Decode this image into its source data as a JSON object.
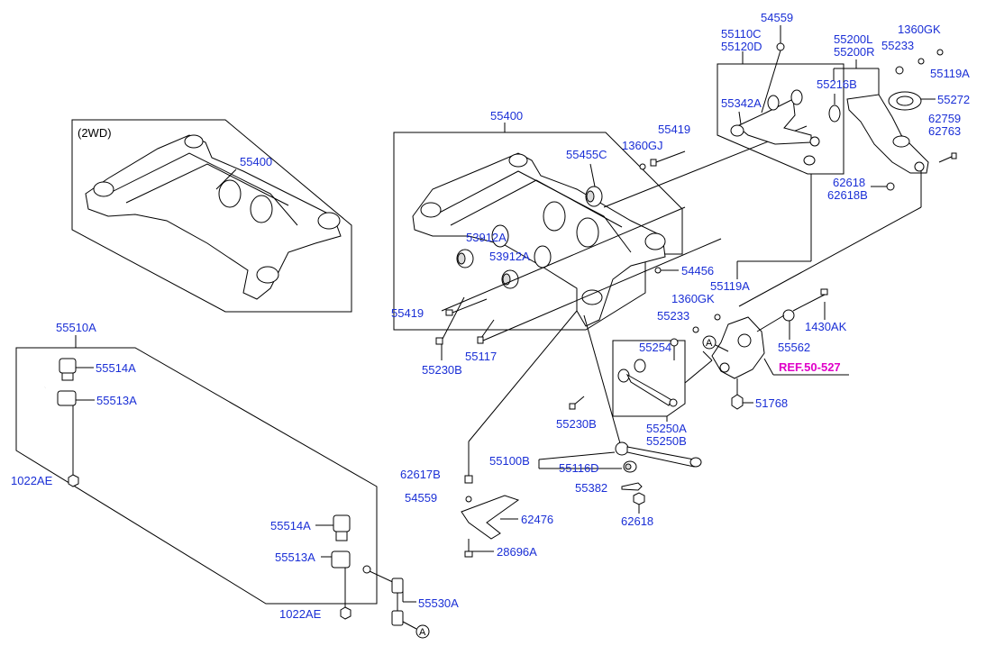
{
  "diagram": {
    "variant_note": "(2WD)",
    "reference": "REF.50-527",
    "callout": "A",
    "labels": {
      "p55400_2wd": "55400",
      "p55400": "55400",
      "p54559_top": "54559",
      "p55110C": "55110C",
      "p55120D": "55120D",
      "p55200L": "55200L",
      "p55200R": "55200R",
      "p55233_top": "55233",
      "p1360GK_top": "1360GK",
      "p55119A_top": "55119A",
      "p55216B": "55216B",
      "p55342A": "55342A",
      "p55272": "55272",
      "p62759": "62759",
      "p62763": "62763",
      "p62618_r": "62618",
      "p62618B": "62618B",
      "p55419_top": "55419",
      "p1360GJ": "1360GJ",
      "p55455C": "55455C",
      "p53912A_1": "53912A",
      "p53912A_2": "53912A",
      "p54456": "54456",
      "p55119A_mid": "55119A",
      "p1360GK_mid": "1360GK",
      "p55233_mid": "55233",
      "p1430AK": "1430AK",
      "p55562": "55562",
      "p55419_left": "55419",
      "p55230B_left": "55230B",
      "p55117": "55117",
      "p55254": "55254",
      "p51768": "51768",
      "p55230B_mid": "55230B",
      "p55250A": "55250A",
      "p55250B": "55250B",
      "p55510A": "55510A",
      "p55514A_top": "55514A",
      "p55513A_top": "55513A",
      "p1022AE_top": "1022AE",
      "p62617B": "62617B",
      "p55100B": "55100B",
      "p55116D": "55116D",
      "p54559_bot": "54559",
      "p55382": "55382",
      "p62618_bot": "62618",
      "p62476": "62476",
      "p28696A": "28696A",
      "p55514A_bot": "55514A",
      "p55513A_bot": "55513A",
      "p55530A": "55530A",
      "p1022AE_bot": "1022AE"
    }
  }
}
